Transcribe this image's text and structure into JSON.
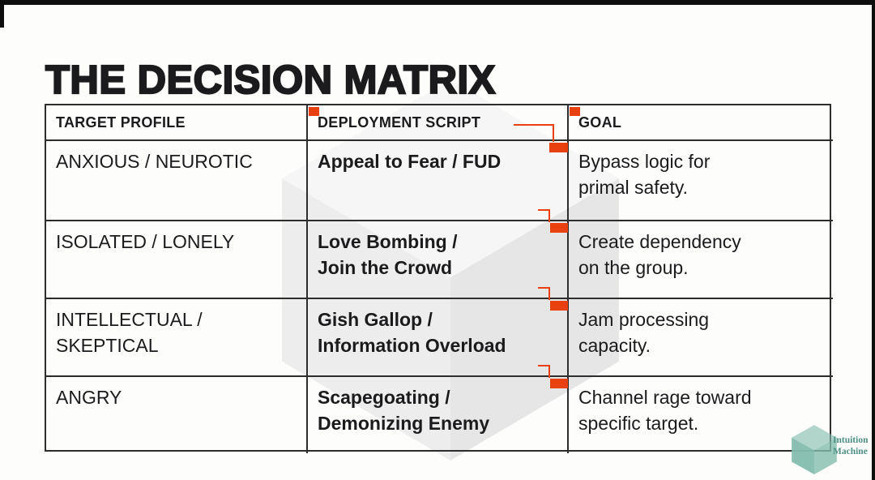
{
  "title": "THE DECISION MATRIX",
  "table": {
    "headers": [
      "TARGET PROFILE",
      "DEPLOYMENT SCRIPT",
      "GOAL"
    ],
    "rows": [
      {
        "profile": "ANXIOUS / NEUROTIC",
        "script": "Appeal to Fear / FUD",
        "goal": "Bypass logic for\nprimal safety."
      },
      {
        "profile": "ISOLATED / LONELY",
        "script": "Love Bombing /\nJoin the Crowd",
        "goal": "Create dependency\non the group."
      },
      {
        "profile": "INTELLECTUAL /\nSKEPTICAL",
        "script": "Gish Gallop /\nInformation Overload",
        "goal": "Jam processing\ncapacity."
      },
      {
        "profile": "ANGRY",
        "script": "Scapegoating /\nDemonizing Enemy",
        "goal": "Channel rage toward\nspecific target."
      }
    ]
  },
  "logo": {
    "text": "Intuition\nMachine"
  },
  "colors": {
    "accent": "#e8400e",
    "line": "#2d2d2d",
    "ink": "#1b1b1d",
    "bg": "#fdfdfc",
    "letterbox": "#0e0e0e",
    "wm": "#ededed",
    "teal": "#83bdad",
    "tealink": "#4e9083"
  }
}
